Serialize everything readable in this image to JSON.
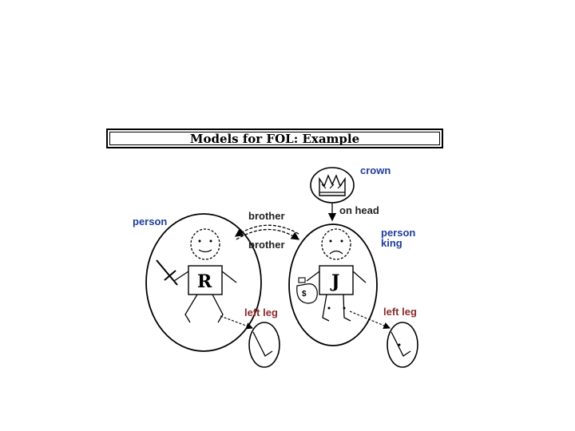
{
  "title": "Models for FOL: Example",
  "labels": {
    "crown": "crown",
    "on_head": "on head",
    "person_left": "person",
    "brother_top": "brother",
    "brother_bottom": "brother",
    "person_right": "person",
    "king": "king",
    "left_leg_1": "left leg",
    "left_leg_2": "left leg"
  },
  "figures": {
    "richard_letter": "R",
    "john_letter": "J",
    "money_symbol": "$"
  },
  "colors": {
    "blue_label": "#1f3c9c",
    "red_label": "#8b2b2b",
    "line": "#000000"
  }
}
